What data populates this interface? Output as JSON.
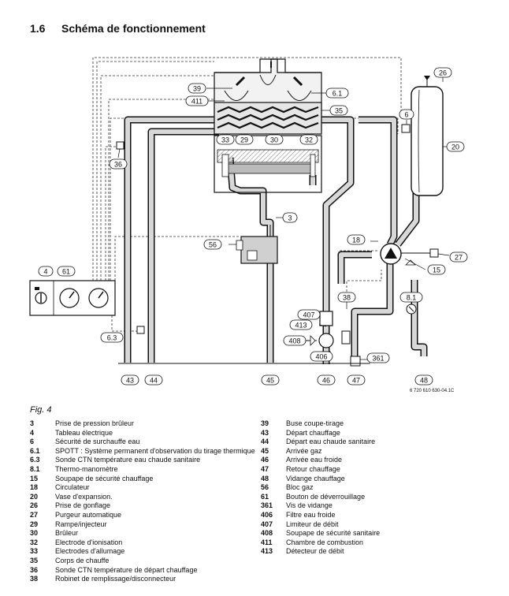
{
  "header": {
    "section_number": "1.6",
    "title": "Schéma de fonctionnement"
  },
  "figure": {
    "caption": "Fig. 4",
    "ref_code": "6 720 610 630-04.1C"
  },
  "callouts": [
    "3",
    "4",
    "6",
    "6.1",
    "6.3",
    "8.1",
    "15",
    "18",
    "20",
    "26",
    "27",
    "29",
    "30",
    "32",
    "33",
    "35",
    "36",
    "38",
    "39",
    "43",
    "44",
    "45",
    "46",
    "47",
    "48",
    "56",
    "61",
    "361",
    "406",
    "407",
    "408",
    "411",
    "413"
  ],
  "legend": {
    "left": [
      {
        "code": "3",
        "desc": "Prise de pression brûleur"
      },
      {
        "code": "4",
        "desc": "Tableau électrique"
      },
      {
        "code": "6",
        "desc": "Sécurité de surchauffe eau"
      },
      {
        "code": "6.1",
        "desc": "SPOTT : Système permanent d'observation du tirage thermique"
      },
      {
        "code": "6.3",
        "desc": "Sonde CTN température eau chaude sanitaire"
      },
      {
        "code": "8.1",
        "desc": "Thermo-manomètre"
      },
      {
        "code": "15",
        "desc": "Soupape de sécurité chauffage"
      },
      {
        "code": "18",
        "desc": "Circulateur"
      },
      {
        "code": "20",
        "desc": "Vase d'expansion."
      },
      {
        "code": "26",
        "desc": "Prise de gonflage"
      },
      {
        "code": "27",
        "desc": "Purgeur automatique"
      },
      {
        "code": "29",
        "desc": "Rampe/injecteur"
      },
      {
        "code": "30",
        "desc": "Brûleur"
      },
      {
        "code": "32",
        "desc": "Electrode d'ionisation"
      },
      {
        "code": "33",
        "desc": "Electrodes d'allumage"
      },
      {
        "code": "35",
        "desc": "Corps de chauffe"
      },
      {
        "code": "36",
        "desc": "Sonde CTN température de départ chauffage"
      },
      {
        "code": "38",
        "desc": "Robinet de remplissage/disconnecteur"
      }
    ],
    "right": [
      {
        "code": "39",
        "desc": "Buse coupe-tirage"
      },
      {
        "code": "43",
        "desc": "Départ chauffage"
      },
      {
        "code": "44",
        "desc": "Départ eau chaude sanitaire"
      },
      {
        "code": "45",
        "desc": "Arrivée gaz"
      },
      {
        "code": "46",
        "desc": "Arrivée eau froide"
      },
      {
        "code": "47",
        "desc": "Retour chauffage"
      },
      {
        "code": "48",
        "desc": "Vidange chauffage"
      },
      {
        "code": "56",
        "desc": "Bloc gaz"
      },
      {
        "code": "61",
        "desc": "Bouton de déverrouillage"
      },
      {
        "code": "361",
        "desc": "Vis de vidange"
      },
      {
        "code": "406",
        "desc": "Filtre eau froide"
      },
      {
        "code": "407",
        "desc": "Limiteur de débit"
      },
      {
        "code": "408",
        "desc": "Soupape de sécurité sanitaire"
      },
      {
        "code": "411",
        "desc": "Chambre de combustion"
      },
      {
        "code": "413",
        "desc": "Détecteur de débit"
      }
    ]
  },
  "colors": {
    "pipe": "#d8d8d8",
    "outline": "#111111"
  }
}
